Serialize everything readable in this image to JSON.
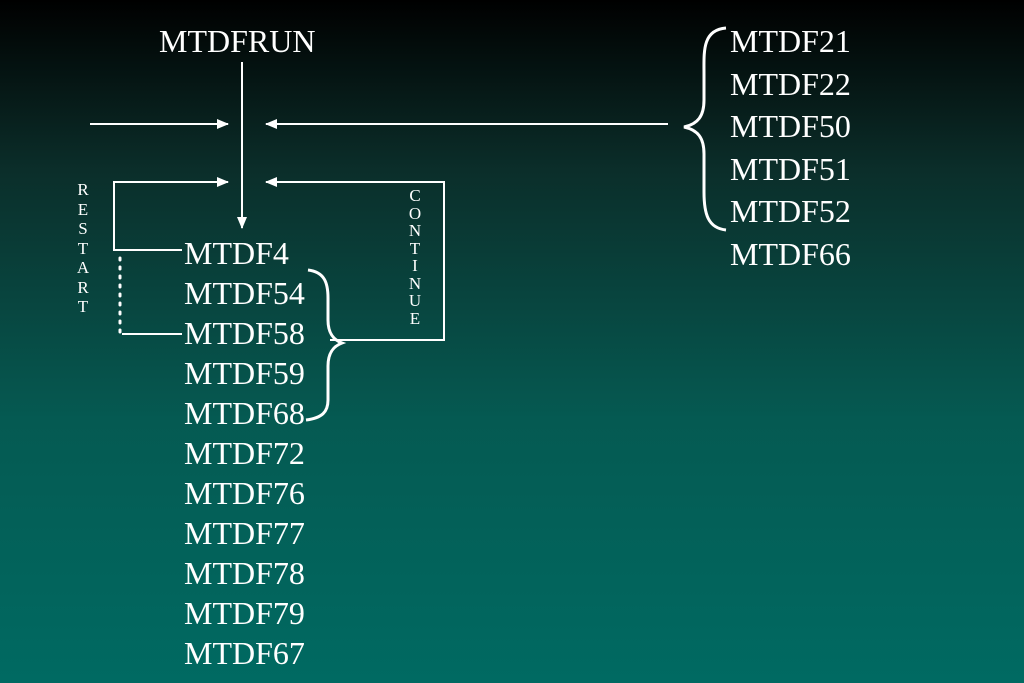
{
  "top_label": "MTDFRUN",
  "right_list": [
    "MTDF21",
    "MTDF22",
    "MTDF50",
    "MTDF51",
    "MTDF52",
    "MTDF66"
  ],
  "main_list": [
    "MTDF4",
    "MTDF54",
    "MTDF58",
    "MTDF59",
    "MTDF68",
    "MTDF72",
    "MTDF76",
    "MTDF77",
    "MTDF78",
    "MTDF79",
    "MTDF67"
  ],
  "restart_label": "RESTART",
  "continue_label": "CONTINUE",
  "colors": {
    "line": "#ffffff",
    "text": "#ffffff"
  }
}
